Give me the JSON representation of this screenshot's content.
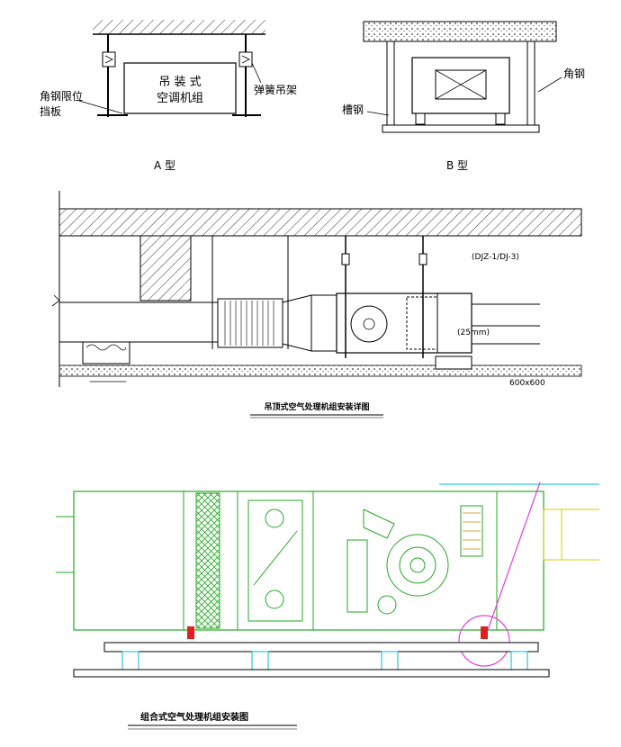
{
  "diagram_a": {
    "unit_label_line1": "吊 装 式",
    "unit_label_line2": "空调机组",
    "spring_hanger": "弹簧吊架",
    "angle_stop_line1": "角钢限位",
    "angle_stop_line2": "挡板",
    "caption": "A  型"
  },
  "diagram_b": {
    "angle_steel": "角钢",
    "channel_steel": "槽钢",
    "caption": "B  型"
  },
  "diagram_c": {
    "model_label": "(DJZ-1/DJ-3)",
    "gap_label": "(25mm)",
    "size_label": "600x600",
    "title": "吊顶式空气处理机组安装详图"
  },
  "diagram_d": {
    "title": "组合式空气处理机组安装图"
  },
  "colors": {
    "line": "#000000",
    "cad_green": "#22aa22",
    "cad_cyan": "#00bcd4",
    "magenta": "#e040e0",
    "red": "#e02020",
    "yellow": "#e6c800"
  }
}
